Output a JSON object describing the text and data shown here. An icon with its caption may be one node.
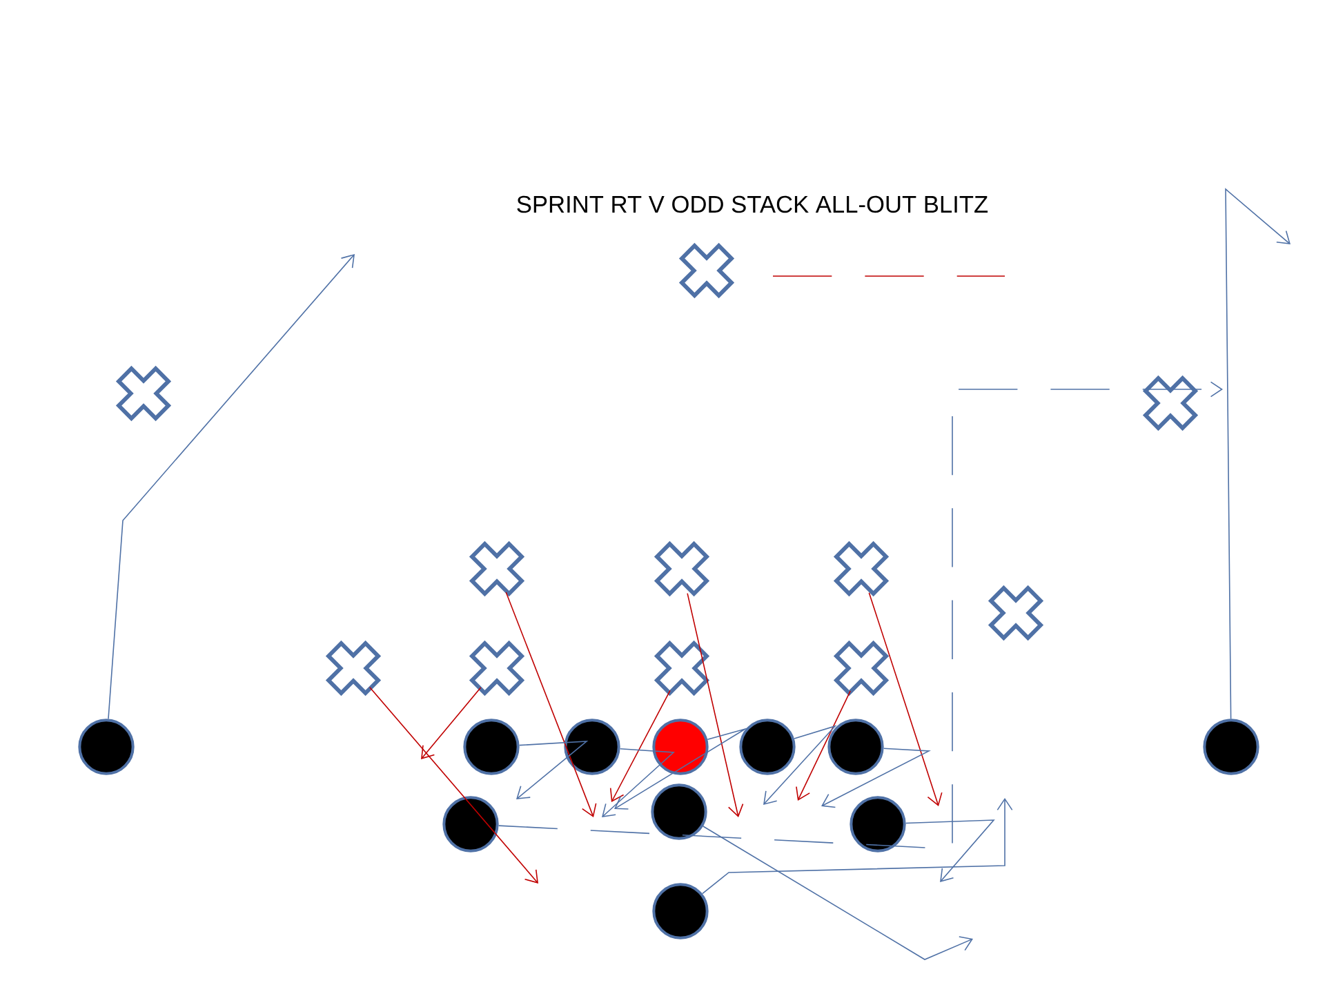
{
  "diagram": {
    "title": "SPRINT RT V ODD STACK ALL-OUT BLITZ",
    "nodes": [
      {
        "text": [],
        "shape": "cross"
      },
      {
        "text": [],
        "shape": "cross"
      },
      {
        "text": [],
        "shape": "cross"
      },
      {
        "text": [],
        "shape": "cross"
      },
      {
        "text": [],
        "shape": "cross"
      },
      {
        "text": [],
        "shape": "cross"
      },
      {
        "text": [],
        "shape": "cross"
      },
      {
        "text": [],
        "shape": "cross"
      },
      {
        "text": [],
        "shape": "cross"
      },
      {
        "text": [],
        "shape": "cross"
      },
      {
        "text": [],
        "shape": "cross"
      },
      {
        "text": [],
        "shape": "circle"
      },
      {
        "text": [],
        "shape": "circle"
      },
      {
        "text": [],
        "shape": "circle"
      },
      {
        "text": [],
        "shape": "circle"
      },
      {
        "text": [],
        "shape": "circle"
      },
      {
        "text": [],
        "shape": "circle"
      },
      {
        "text": [],
        "shape": "circle"
      },
      {
        "text": [],
        "shape": "circle"
      },
      {
        "text": [],
        "shape": "circle"
      },
      {
        "text": [],
        "shape": "circle"
      },
      {
        "text": [],
        "shape": "circle"
      }
    ],
    "edges": [
      {
        "from": 0,
        "to": null,
        "arrow": "none",
        "style": "dashed",
        "color": "#c00000"
      },
      {
        "from": 3,
        "to": null,
        "arrow": "to",
        "color": "#c00000"
      },
      {
        "from": 4,
        "to": null,
        "arrow": "to",
        "color": "#c00000"
      },
      {
        "from": 5,
        "to": null,
        "arrow": "to",
        "color": "#c00000"
      },
      {
        "from": 7,
        "to": null,
        "arrow": "to",
        "color": "#c00000"
      },
      {
        "from": 8,
        "to": null,
        "arrow": "to",
        "color": "#c00000"
      },
      {
        "from": 9,
        "to": null,
        "arrow": "to",
        "color": "#c00000"
      },
      {
        "from": 10,
        "to": null,
        "arrow": "to",
        "color": "#c00000"
      },
      {
        "from": 11,
        "to": null,
        "arrow": "to"
      },
      {
        "from": 12,
        "to": null,
        "arrow": "to"
      },
      {
        "from": 13,
        "to": null,
        "arrow": "to"
      },
      {
        "from": 14,
        "to": null,
        "arrow": "to"
      },
      {
        "from": 15,
        "to": null,
        "arrow": "to"
      },
      {
        "from": 16,
        "to": null,
        "arrow": "to"
      },
      {
        "from": 17,
        "to": null,
        "arrow": "to"
      },
      {
        "from": 18,
        "to": null,
        "arrow": "to",
        "style": "dashed"
      },
      {
        "from": 19,
        "to": null,
        "arrow": "to"
      },
      {
        "from": 20,
        "to": null,
        "arrow": "to"
      },
      {
        "from": 21,
        "to": null,
        "arrow": "to"
      }
    ]
  }
}
